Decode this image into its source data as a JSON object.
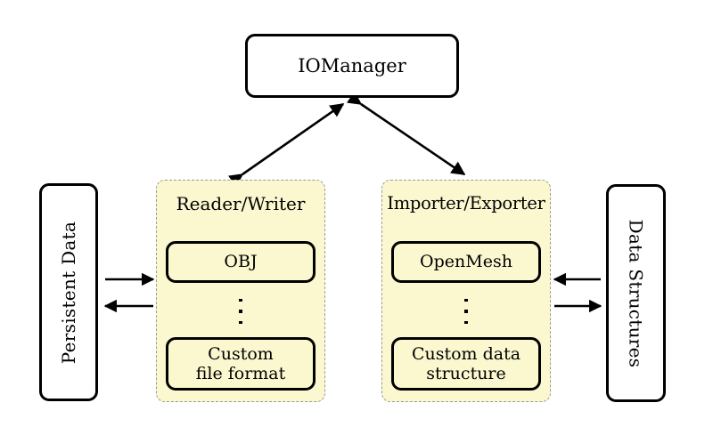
{
  "diagram": {
    "title_node": {
      "label": "IOManager"
    },
    "side_nodes": [
      {
        "id": "persistent-data",
        "label": "Persistent Data",
        "orientation": "rotated-ccw"
      },
      {
        "id": "data-structures",
        "label": "Data Structures",
        "orientation": "rotated-cw"
      }
    ],
    "groups": [
      {
        "id": "reader-writer",
        "title": "Reader/Writer",
        "items": [
          {
            "label": "OBJ"
          },
          {
            "label": "Custom\nfile format",
            "line1": "Custom",
            "line2": "file format"
          }
        ],
        "ellipsis": "⋮"
      },
      {
        "id": "importer-exporter",
        "title": "Importer/Exporter",
        "items": [
          {
            "label": "OpenMesh"
          },
          {
            "label": "Custom data\nstructure",
            "line1": "Custom data",
            "line2": "structure"
          }
        ],
        "ellipsis": "⋮"
      }
    ],
    "connections": [
      {
        "id": "io-to-reader-writer",
        "from": "IOManager",
        "to": "Reader/Writer",
        "style": "double-headed-arrow"
      },
      {
        "id": "io-to-importer-exporter",
        "from": "IOManager",
        "to": "Importer/Exporter",
        "style": "double-headed-arrow"
      },
      {
        "id": "persistent-to-reader",
        "from": "Persistent Data",
        "to": "Reader/Writer",
        "style": "arrow-right"
      },
      {
        "id": "reader-to-persistent",
        "from": "Reader/Writer",
        "to": "Persistent Data",
        "style": "arrow-left"
      },
      {
        "id": "structures-to-importer",
        "from": "Data Structures",
        "to": "Importer/Exporter",
        "style": "arrow-left"
      },
      {
        "id": "importer-to-structures",
        "from": "Importer/Exporter",
        "to": "Data Structures",
        "style": "arrow-right"
      }
    ],
    "colors": {
      "group_fill": "#FBF8D0",
      "group_border": "#9a9a9a",
      "node_stroke": "#000000",
      "background": "#ffffff"
    }
  }
}
